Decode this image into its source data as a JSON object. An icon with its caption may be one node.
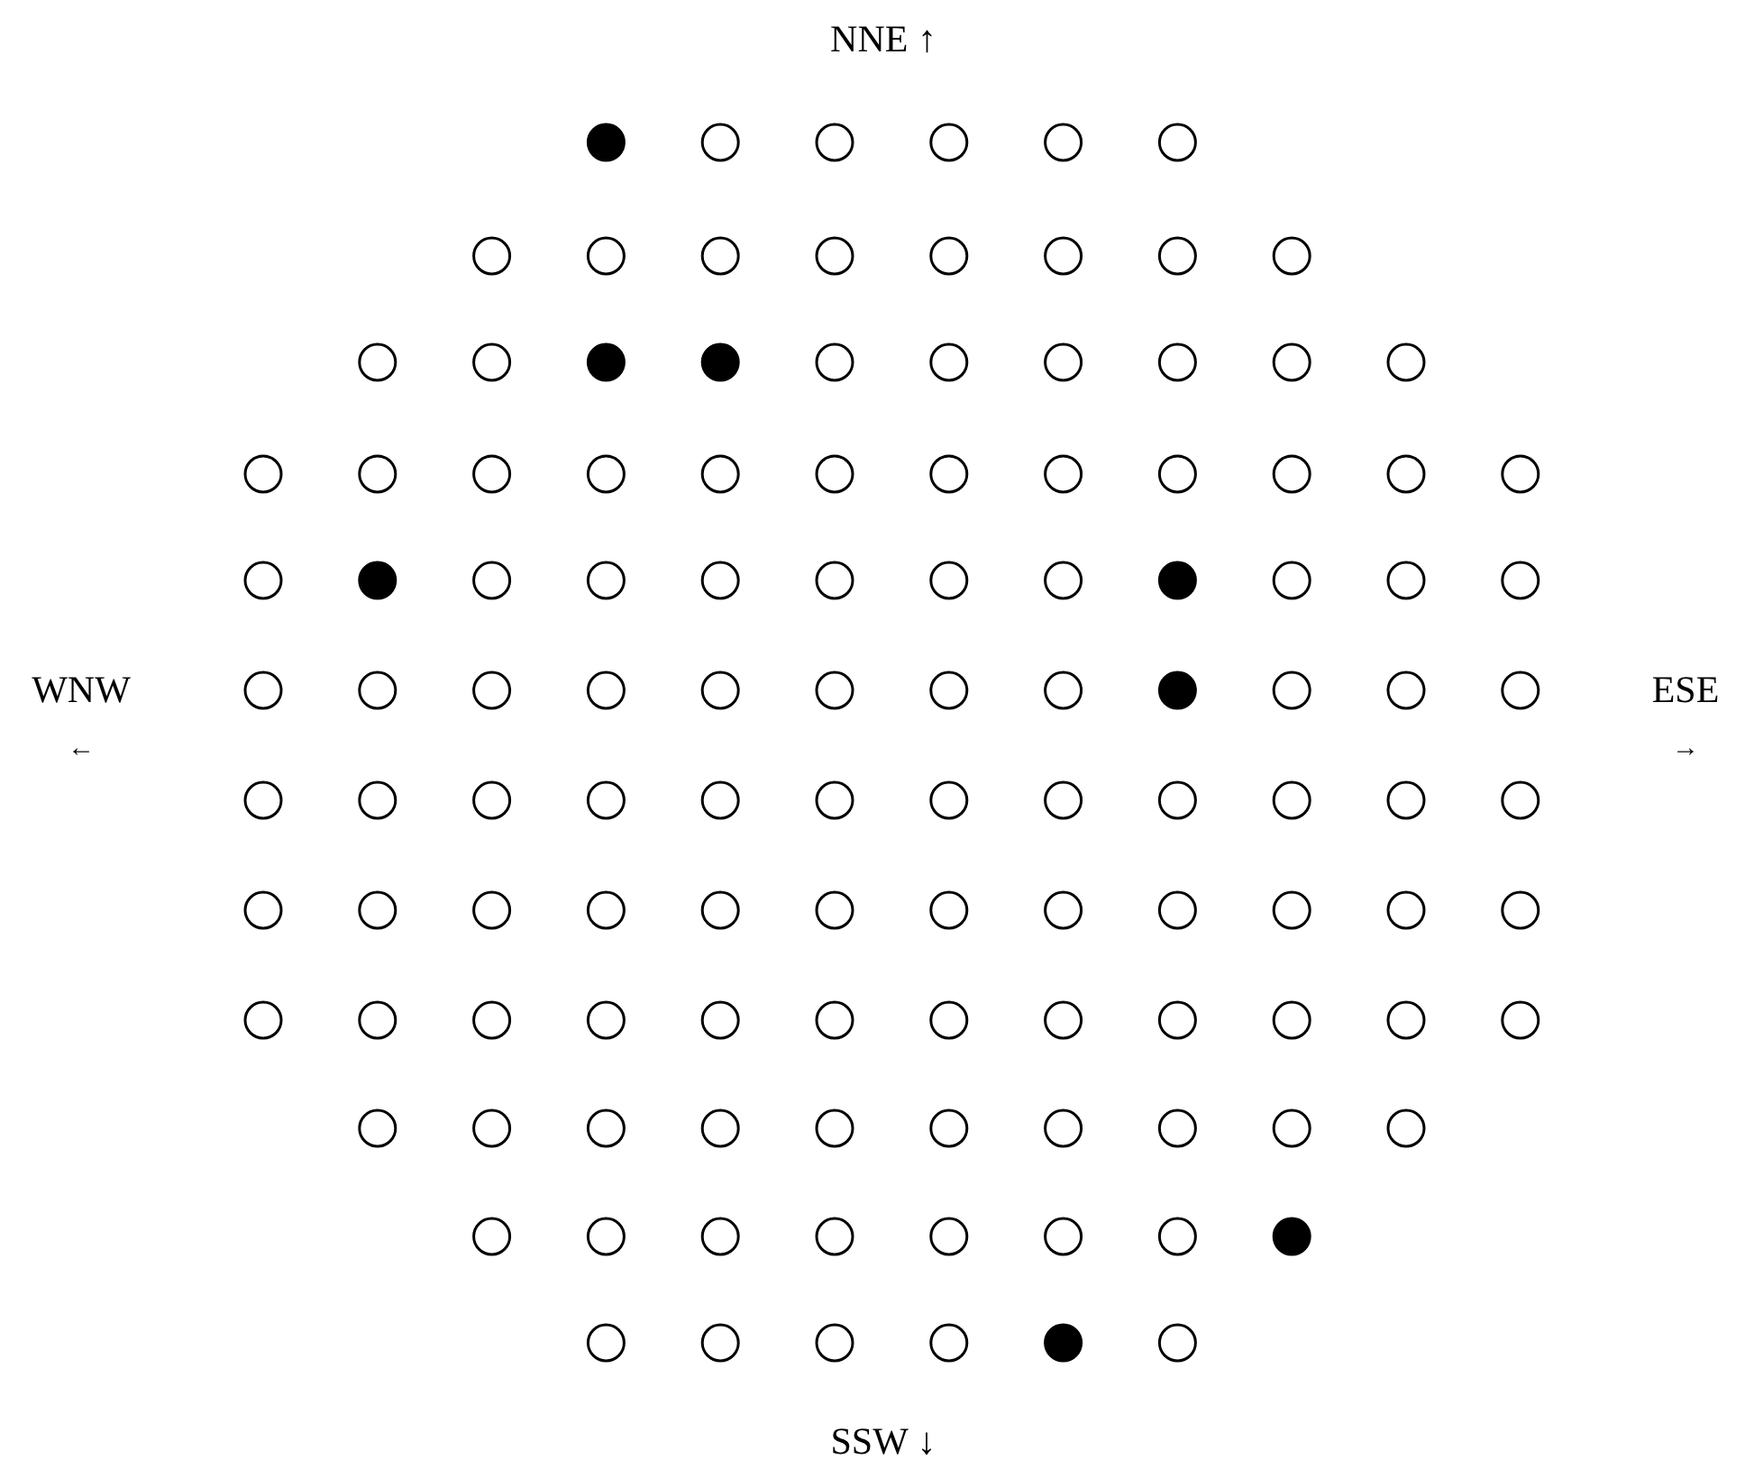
{
  "diagram": {
    "labels": [
      "NNE ↑",
      "WNW",
      "←",
      "ESE",
      "→",
      "SSW ↓"
    ]
  }
}
